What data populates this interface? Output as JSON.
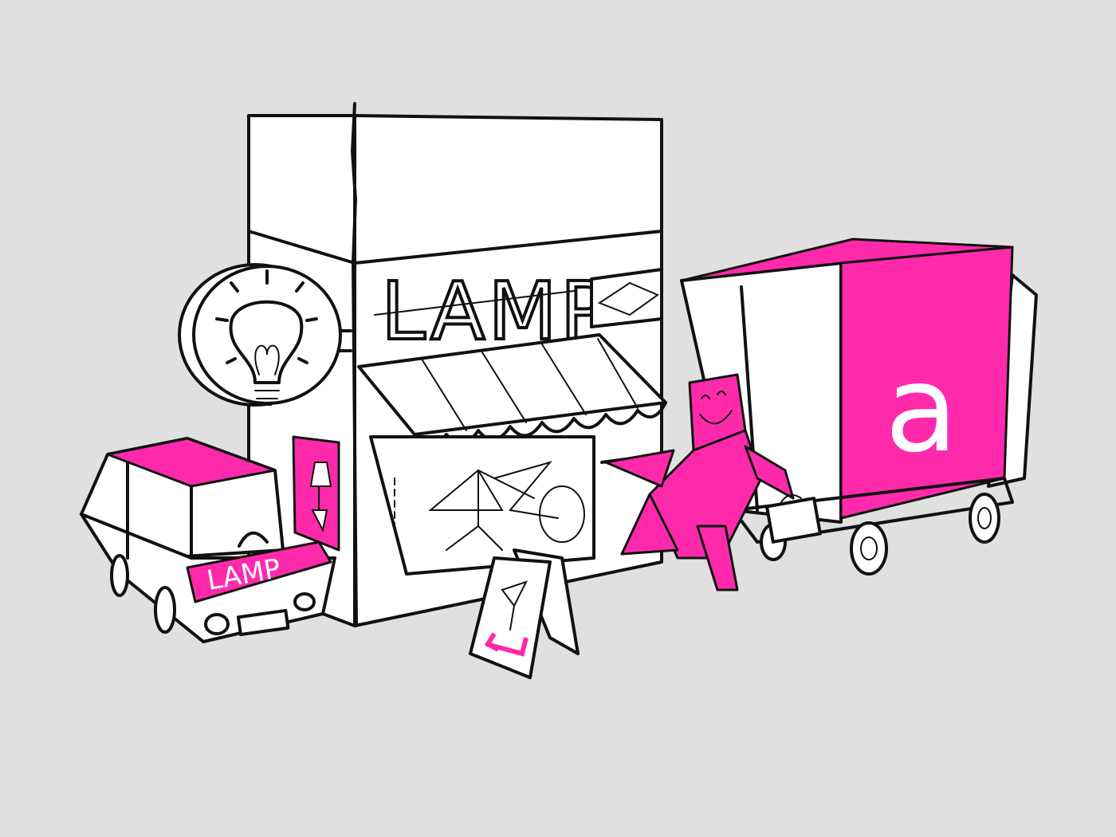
{
  "scene": {
    "storefront_sign": "LAMP",
    "car_hood_sign": "LAMP",
    "truck_logo": "a"
  },
  "colors": {
    "background": "#e0e0e0",
    "accent": "#ff2aab",
    "ink": "#111111"
  }
}
